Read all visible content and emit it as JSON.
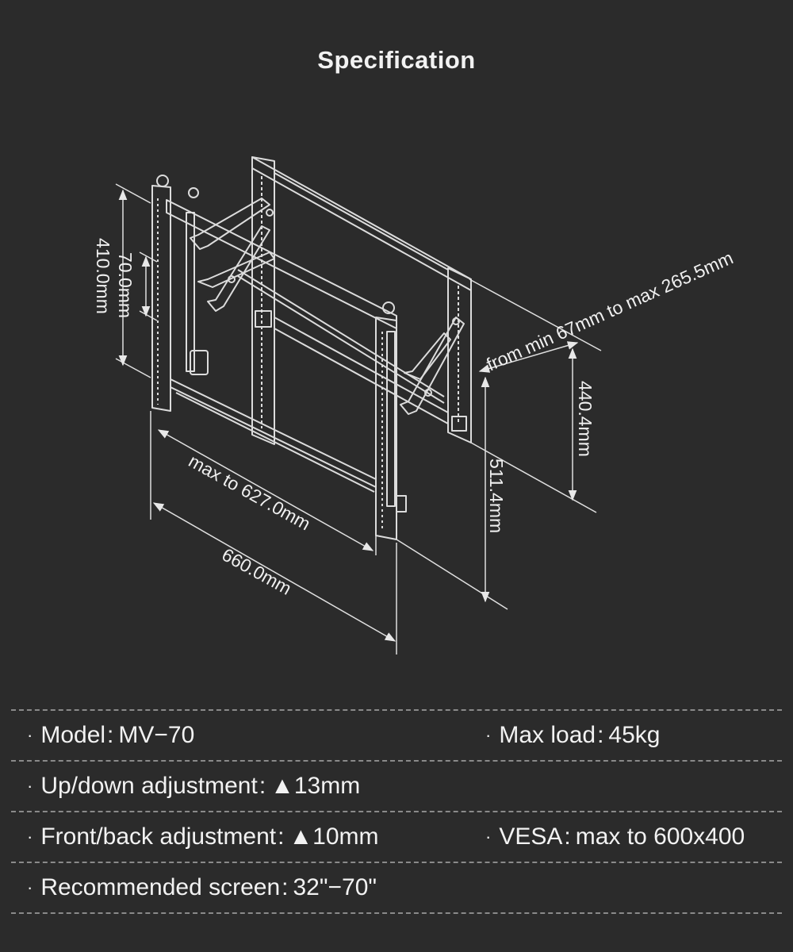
{
  "title": "Specification",
  "dimensions": {
    "height_total": "410.0mm",
    "height_inner": "70.0mm",
    "depth_range": "from min 67mm to max 265.5mm",
    "height_right": "440.4mm",
    "height_back": "511.4mm",
    "width_max": "max to 627.0mm",
    "width_total": "660.0mm"
  },
  "specs": [
    {
      "left": {
        "label": "Model",
        "sep": ":",
        "value": "MV−70"
      },
      "right": {
        "label": "Max load",
        "sep": ":",
        "value": "45kg"
      }
    },
    {
      "left": {
        "label": "Up/down adjustment",
        "sep": ":",
        "value": "▲13mm"
      },
      "right": null
    },
    {
      "left": {
        "label": "Front/back adjustment",
        "sep": ":",
        "value": "▲10mm"
      },
      "right": {
        "label": "VESA",
        "sep": ":",
        "value": "max to 600x400"
      }
    },
    {
      "left": {
        "label": "Recommended screen",
        "sep": ":",
        "value": "32\"−70\""
      },
      "right": null
    }
  ],
  "bullet": "·"
}
